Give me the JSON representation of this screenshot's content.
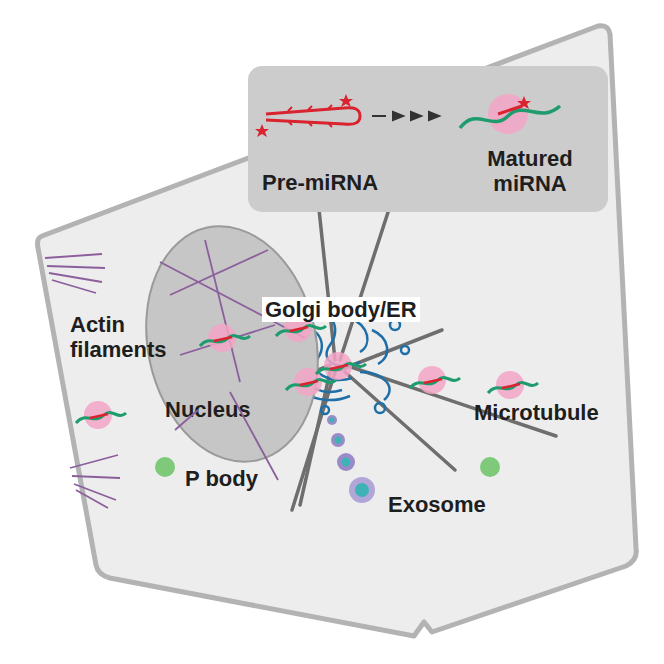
{
  "diagram": {
    "nodes": [
      {
        "text": [
          "Pre-miRNA",
          "Matured miRNA"
        ]
      },
      {
        "text": [
          "Nucleus"
        ]
      }
    ],
    "labels": [
      "Golgi body/ER",
      "Actin filaments",
      "Microtubule",
      "P body",
      "Exosome"
    ]
  }
}
